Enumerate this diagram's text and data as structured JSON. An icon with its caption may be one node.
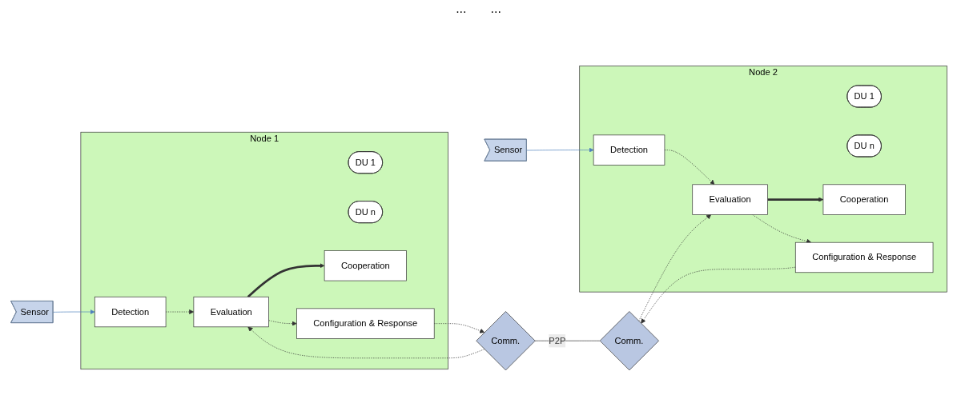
{
  "diagram": {
    "nodes": [
      {
        "text": [
          "Node 1"
        ]
      },
      {
        "text": [
          "Sensor"
        ]
      },
      {
        "text": [
          "DU 1"
        ],
        "in": 0
      },
      {
        "text": [
          "DU n"
        ],
        "in": 0
      },
      {
        "text": [
          "Detection"
        ],
        "in": 0
      },
      {
        "text": [
          "Evaluation"
        ],
        "in": 0
      },
      {
        "text": [
          "Cooperation"
        ],
        "in": 0
      },
      {
        "text": [
          "Configuration & Response"
        ],
        "in": 0
      },
      {
        "text": [
          "Comm."
        ]
      },
      {
        "text": [
          "Node 2"
        ]
      },
      {
        "text": [
          "Sensor"
        ]
      },
      {
        "text": [
          "DU 1"
        ],
        "in": 9
      },
      {
        "text": [
          "DU n"
        ],
        "in": 9
      },
      {
        "text": [
          "Detection"
        ],
        "in": 9
      },
      {
        "text": [
          "Evaluation"
        ],
        "in": 9
      },
      {
        "text": [
          "Cooperation"
        ],
        "in": 9
      },
      {
        "text": [
          "Configuration & Response"
        ],
        "in": 9
      },
      {
        "text": [
          "Comm."
        ]
      }
    ],
    "edges": [
      {
        "from": 1,
        "to": 4,
        "arrow": "to",
        "color": "#4f81bd"
      },
      {
        "from": 4,
        "to": 5,
        "arrow": "to",
        "style": "dashed"
      },
      {
        "from": 5,
        "to": 6,
        "arrow": "to",
        "style": "thick"
      },
      {
        "from": 5,
        "to": 7,
        "arrow": "to",
        "style": "dashed"
      },
      {
        "from": 7,
        "to": 8,
        "arrow": "to",
        "style": "dashed"
      },
      {
        "from": 8,
        "to": 5,
        "arrow": "to",
        "style": "dashed"
      },
      {
        "from": 8,
        "to": 17,
        "arrow": "none",
        "label": "P2P"
      },
      {
        "from": 10,
        "to": 13,
        "arrow": "to",
        "color": "#4f81bd"
      },
      {
        "from": 13,
        "to": 14,
        "arrow": "to",
        "style": "dashed"
      },
      {
        "from": 17,
        "to": 14,
        "arrow": "to",
        "style": "dashed"
      },
      {
        "from": 14,
        "to": 15,
        "arrow": "to",
        "style": "thick"
      },
      {
        "from": 14,
        "to": 16,
        "arrow": "to",
        "style": "dashed"
      },
      {
        "from": 16,
        "to": 17,
        "arrow": "to",
        "style": "dashed"
      }
    ],
    "labels": [
      "...",
      "..."
    ]
  }
}
